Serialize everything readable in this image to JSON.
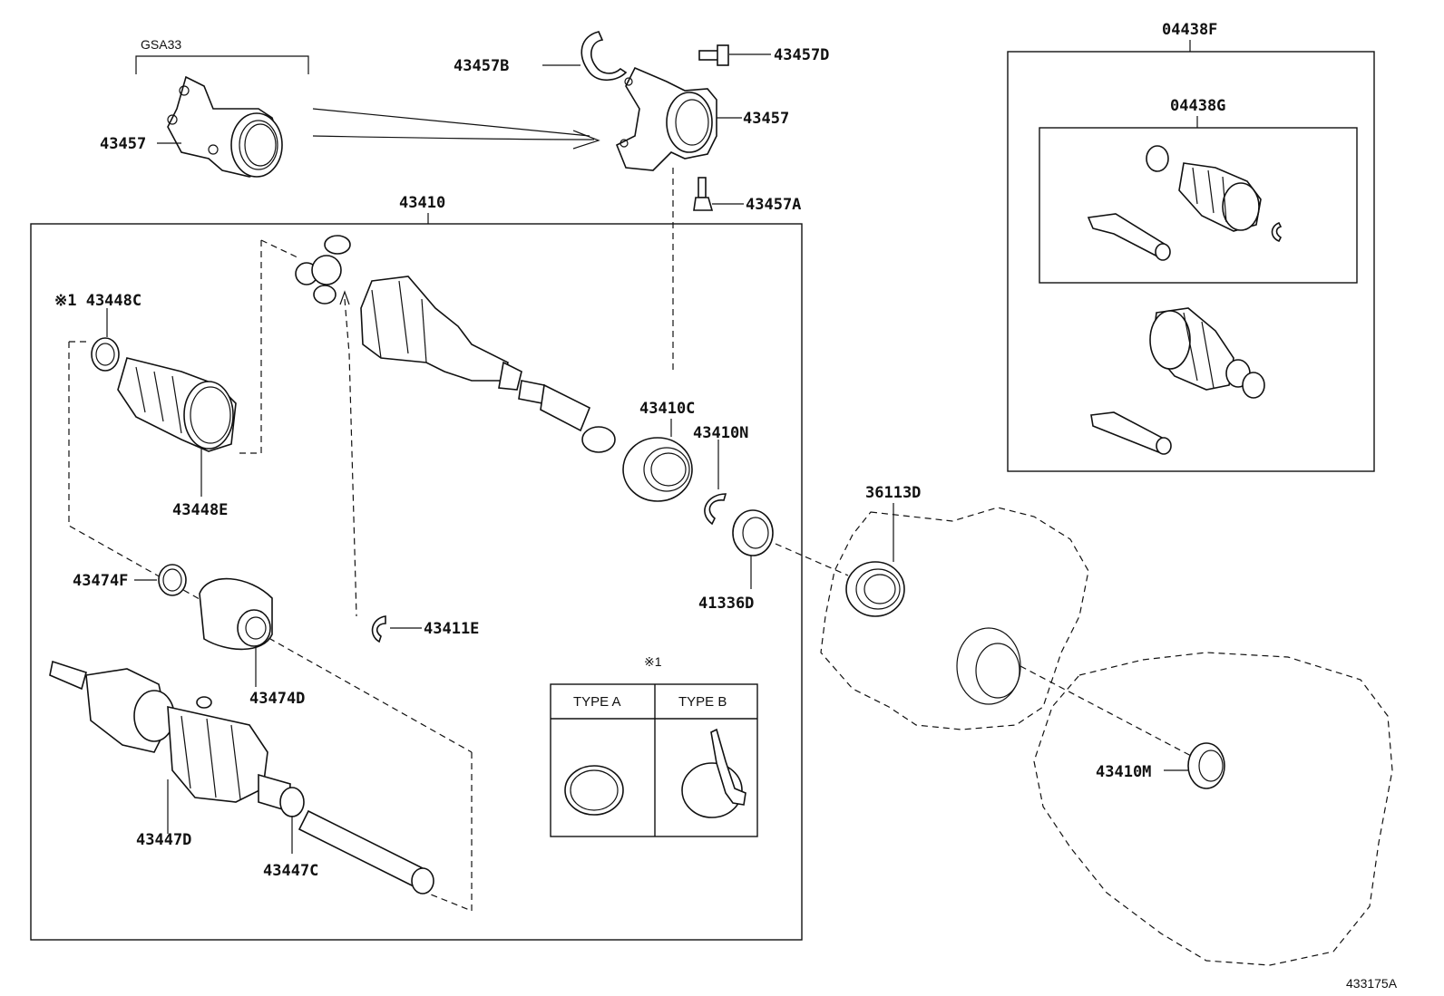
{
  "diagram": {
    "figure_code": "433175A",
    "variant_label": "GSA33",
    "note_mark": "※1",
    "type_table": {
      "type_a": "TYPE A",
      "type_b": "TYPE B"
    },
    "parts": {
      "p43457_left": "43457",
      "p43457B": "43457B",
      "p43457D": "43457D",
      "p43457_right": "43457",
      "p43457A": "43457A",
      "p43410": "43410",
      "p43448C": "※1 43448C",
      "p43448E": "43448E",
      "p43474F": "43474F",
      "p43474D": "43474D",
      "p43411E": "43411E",
      "p43447D": "43447D",
      "p43447C": "43447C",
      "p43410C": "43410C",
      "p43410N": "43410N",
      "p41336D": "41336D",
      "p36113D": "36113D",
      "p43410M": "43410M",
      "p04438F": "04438F",
      "p04438G": "04438G"
    }
  }
}
